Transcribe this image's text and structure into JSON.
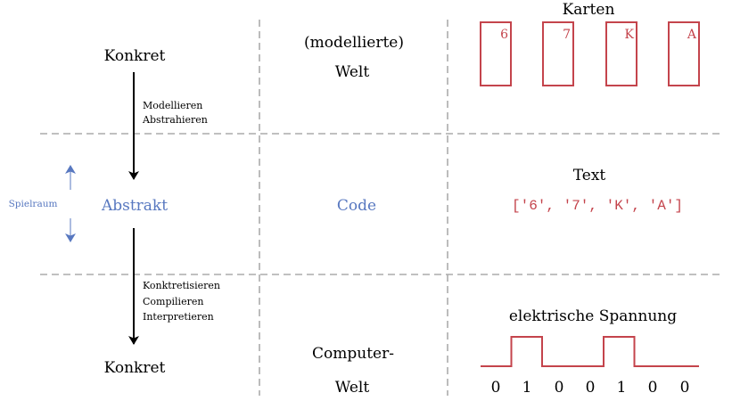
{
  "colors": {
    "red": "#c4444c",
    "blue": "#5878c0",
    "dash": "#ababab",
    "black": "#000000"
  },
  "left": {
    "top_label": "Konkret",
    "mid_label": "Abstrakt",
    "bottom_label": "Konkret",
    "arrow1_line1": "Modellieren",
    "arrow1_line2": "Abstrahieren",
    "arrow2_line1": "Konktretisieren",
    "arrow2_line2": "Compilieren",
    "arrow2_line3": "Interpretieren",
    "spielraum": "Spielraum"
  },
  "middle": {
    "top_line1": "(modellierte)",
    "top_line2": "Welt",
    "mid": "Code",
    "bottom_line1": "Computer-",
    "bottom_line2": "Welt"
  },
  "right": {
    "cards_title": "Karten",
    "cards": [
      "6",
      "7",
      "K",
      "A"
    ],
    "text_title": "Text",
    "text_code": "['6', '7', 'K', 'A']",
    "signal_title": "elektrische Spannung",
    "bits": [
      "0",
      "1",
      "0",
      "0",
      "1",
      "0",
      "0"
    ]
  }
}
